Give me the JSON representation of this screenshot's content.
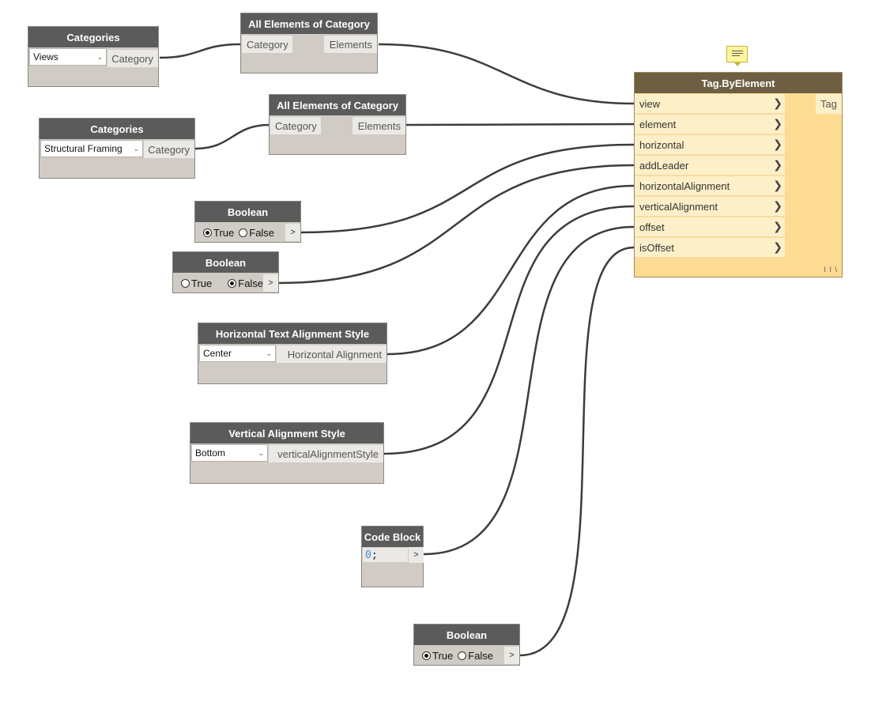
{
  "nodes": {
    "categories_views": {
      "title": "Categories",
      "selected": "Views",
      "output": "Category"
    },
    "all_elements_1": {
      "title": "All Elements of Category",
      "input": "Category",
      "output": "Elements"
    },
    "categories_framing": {
      "title": "Categories",
      "selected": "Structural Framing",
      "output": "Category"
    },
    "all_elements_2": {
      "title": "All Elements of Category",
      "input": "Category",
      "output": "Elements"
    },
    "boolean_1": {
      "title": "Boolean",
      "true_label": "True",
      "false_label": "False",
      "value": true,
      "output": ">"
    },
    "boolean_2": {
      "title": "Boolean",
      "true_label": "True",
      "false_label": "False",
      "value": false,
      "output": ">"
    },
    "horizontal_alignment": {
      "title": "Horizontal Text Alignment Style",
      "selected": "Center",
      "output": "Horizontal Alignment"
    },
    "vertical_alignment": {
      "title": "Vertical Alignment Style",
      "selected": "Bottom",
      "output": "verticalAlignmentStyle"
    },
    "code_block": {
      "title": "Code Block",
      "code_number": "0",
      "code_punct": ";",
      "output": ">"
    },
    "boolean_3": {
      "title": "Boolean",
      "true_label": "True",
      "false_label": "False",
      "value": true,
      "output": ">"
    },
    "tag_by_element": {
      "title": "Tag.ByElement",
      "inputs": [
        "view",
        "element",
        "horizontal",
        "addLeader",
        "horizontalAlignment",
        "verticalAlignment",
        "offset",
        "isOffset"
      ],
      "output": "Tag",
      "lacing": "I I \\"
    }
  },
  "colors": {
    "canvas": "#ffffff",
    "node_header": "#5b5b5b",
    "node_body": "#d0ccc5",
    "tag_header": "#6e5f42",
    "tag_body": "#fddb92",
    "wire": "#3c3c3c",
    "code_number": "#3b8fd4"
  },
  "icons": {
    "note": "note-icon",
    "dropdown": "chevron-down-icon",
    "port_arrow": "chevron-right-icon"
  }
}
